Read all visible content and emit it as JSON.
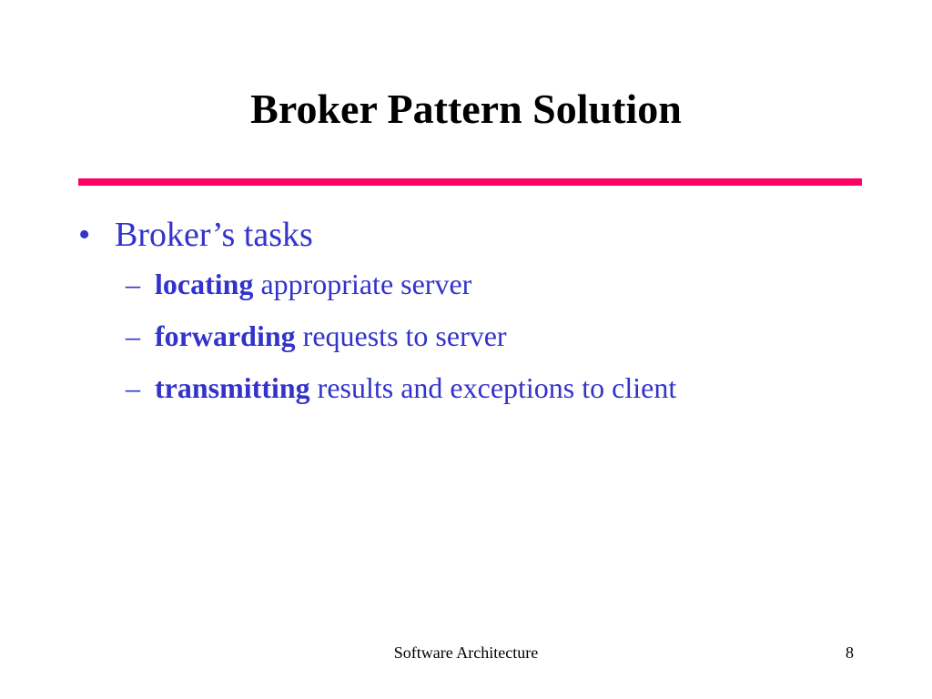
{
  "slide": {
    "title": "Broker Pattern Solution",
    "rule_color": "#ff0066",
    "text_color": "#3333cc",
    "bullets": [
      {
        "marker": "•",
        "text": "Broker’s tasks",
        "sub_items": [
          {
            "marker": "–",
            "bold": "locating",
            "rest": " appropriate server"
          },
          {
            "marker": "–",
            "bold": "forwarding",
            "rest": " requests to server"
          },
          {
            "marker": "–",
            "bold": "transmitting",
            "rest": " results and exceptions to client"
          }
        ]
      }
    ]
  },
  "footer": {
    "center_text": "Software Architecture",
    "page_number": "8"
  }
}
